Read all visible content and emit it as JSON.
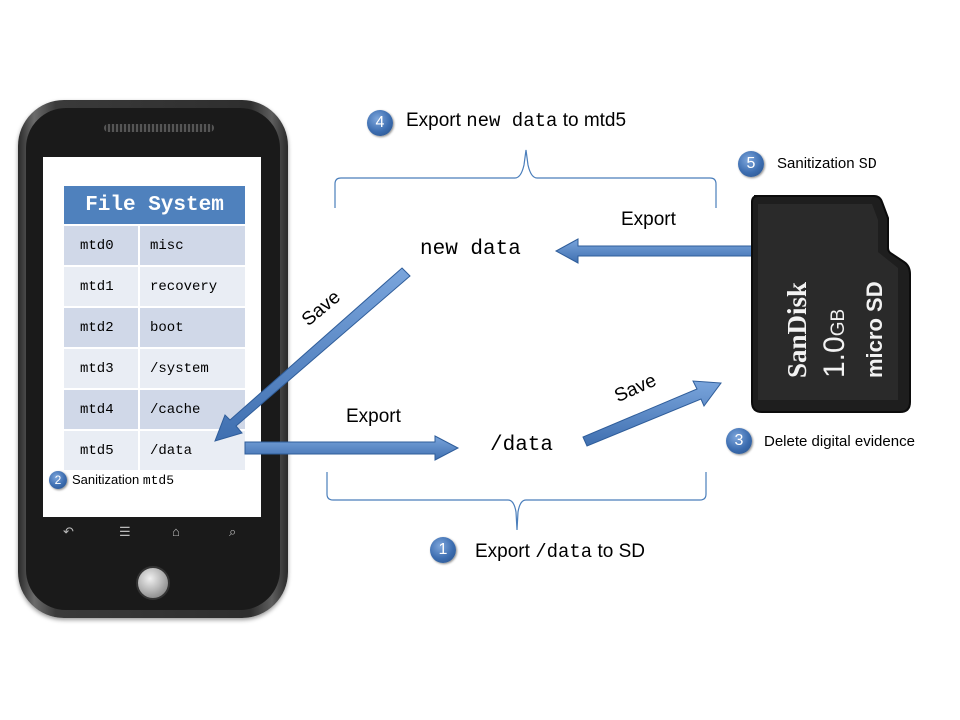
{
  "file_system": {
    "title": "File System",
    "rows": [
      {
        "partition": "mtd0",
        "name": "misc"
      },
      {
        "partition": "mtd1",
        "name": "recovery"
      },
      {
        "partition": "mtd2",
        "name": "boot"
      },
      {
        "partition": "mtd3",
        "name": "/system"
      },
      {
        "partition": "mtd4",
        "name": "/cache"
      },
      {
        "partition": "mtd5",
        "name": "/data"
      }
    ]
  },
  "nodes": {
    "new_data": "new data",
    "data": "/data"
  },
  "arrows": {
    "export_sd_to_new_data": "Export",
    "save_new_data_to_mtd5": "Save",
    "export_mtd5_to_data": "Export",
    "save_data_to_sd": "Save"
  },
  "steps": [
    {
      "number": "1",
      "prefix": "Export ",
      "code": "/data",
      "suffix": " to SD"
    },
    {
      "number": "2",
      "prefix": "Sanitization ",
      "code": "mtd5",
      "suffix": ""
    },
    {
      "number": "3",
      "prefix": "Delete digital evidence",
      "code": "",
      "suffix": ""
    },
    {
      "number": "4",
      "prefix": "Export ",
      "code": "new data",
      "suffix": " to mtd5"
    },
    {
      "number": "5",
      "prefix": "Sanitization ",
      "code": "SD",
      "suffix": ""
    }
  ],
  "sd_card": {
    "brand": "SanDisk",
    "capacity": "1.0",
    "unit": "GB",
    "type": "micro SD"
  },
  "phone_softkeys": [
    "back-icon",
    "menu-icon",
    "home-icon",
    "search-icon"
  ],
  "colors": {
    "arrow": "#4a7ebb",
    "table_header": "#4f81bd",
    "row_dark": "#d0d8e8",
    "row_light": "#e9edf4",
    "bracket": "#4a7ebb"
  }
}
